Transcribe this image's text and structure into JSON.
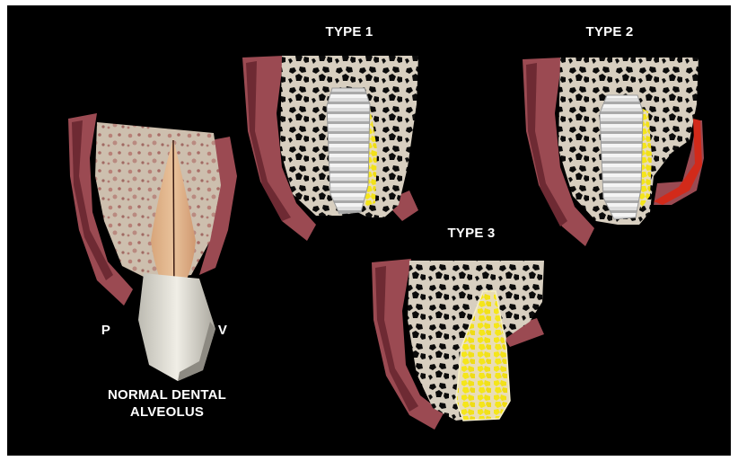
{
  "labels": {
    "type1": "TYPE 1",
    "type2": "TYPE 2",
    "type3": "TYPE 3",
    "palatal": "P",
    "vestibular": "V",
    "normal_line1": "NORMAL DENTAL",
    "normal_line2": "ALVEOLUS"
  },
  "colors": {
    "background": "#000000",
    "bone": "#d8cfc0",
    "marrow": "#0a0a0a",
    "gingiva": "#9b4a52",
    "gingiva_dark": "#6e2a33",
    "graft": "#f4e31a",
    "implant": "#e6e6e6",
    "membrane": "#d22a1a",
    "label_text": "#ffffff"
  }
}
